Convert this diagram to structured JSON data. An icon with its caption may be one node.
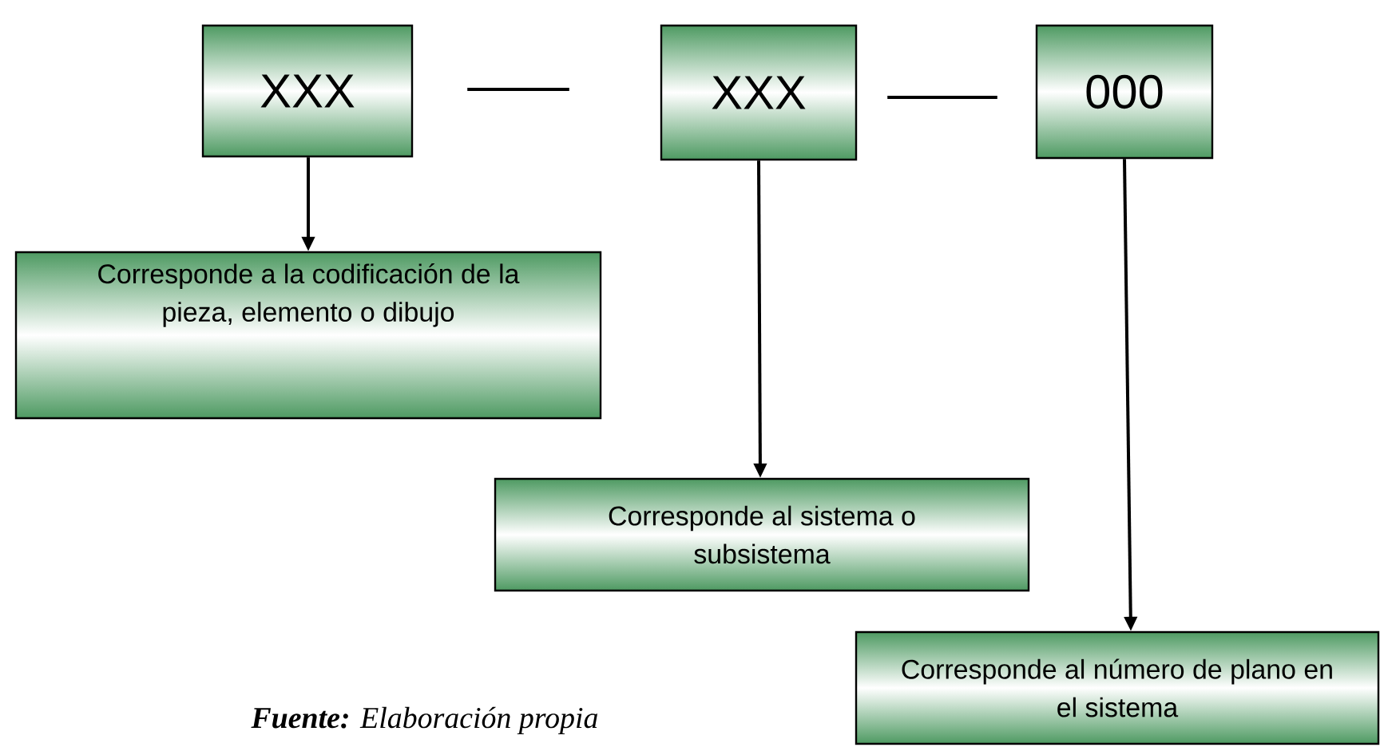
{
  "diagram": {
    "caption": "**Fuente:** Elaboración propia",
    "nodes": [
      {
        "text": [
          "XXX"
        ]
      },
      {
        "text": [
          "XXX"
        ]
      },
      {
        "text": [
          "000"
        ]
      },
      {
        "text": [
          "Corresponde a la codificación de la pieza, elemento o dibujo"
        ]
      },
      {
        "text": [
          "Corresponde al sistema o subsistema"
        ]
      },
      {
        "text": [
          "Corresponde al número de plano en el sistema"
        ]
      }
    ],
    "edges": [
      {
        "from": 0,
        "to": 1,
        "arrow": "none"
      },
      {
        "from": 1,
        "to": 2,
        "arrow": "none"
      },
      {
        "from": 0,
        "to": 3,
        "arrow": "to"
      },
      {
        "from": 1,
        "to": 4,
        "arrow": "to"
      },
      {
        "from": 2,
        "to": 5,
        "arrow": "to"
      }
    ]
  }
}
